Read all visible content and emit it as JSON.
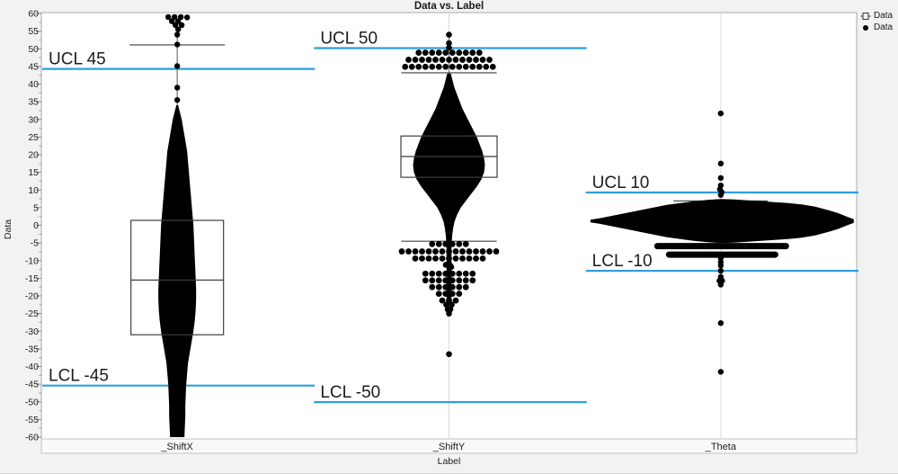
{
  "title": "Data vs. Label",
  "legend": {
    "items": [
      {
        "icon": "boxplot-icon",
        "label": "Data"
      },
      {
        "icon": "point-icon",
        "label": "Data"
      }
    ]
  },
  "axes": {
    "y": {
      "label": "Data",
      "min": -60,
      "max": 60,
      "major_step": 5,
      "tick_labels": [
        "60",
        "55",
        "50",
        "45",
        "40",
        "35",
        "30",
        "25",
        "20",
        "15",
        "10",
        "5",
        "0",
        "-5",
        "-10",
        "-15",
        "-20",
        "-25",
        "-30",
        "-35",
        "-40",
        "-45",
        "-50",
        "-55",
        "-60"
      ]
    },
    "x": {
      "label": "Label",
      "categories": [
        "_ShiftX",
        "_ShiftY",
        "_Theta"
      ]
    }
  },
  "colors": {
    "limit_line": "#2b9fe0",
    "data": "#000000",
    "box_stroke": "#3f3f3f",
    "grid": "#dcdcdc",
    "axis": "#ababab",
    "text": "#1c1c1c"
  },
  "limit_lines": [
    {
      "label": "UCL 45",
      "cell": 0,
      "value": 44.3
    },
    {
      "label": "LCL -45",
      "cell": 0,
      "value": -45.4
    },
    {
      "label": "UCL 50",
      "cell": 1,
      "value": 50.2
    },
    {
      "label": "LCL -50",
      "cell": 1,
      "value": -50.1
    },
    {
      "label": "UCL 10",
      "cell": 2,
      "value": 9.3
    },
    {
      "label": "LCL -10",
      "cell": 2,
      "value": -12.9
    }
  ],
  "chart_data": {
    "type": "violin+box+beeswarm",
    "title": "Data vs. Label",
    "xlabel": "Label",
    "ylabel": "Data",
    "ylim": [
      -60,
      60
    ],
    "categories": [
      "_ShiftX",
      "_ShiftY",
      "_Theta"
    ],
    "groups": [
      {
        "name": "_ShiftX",
        "orientation": "vertical",
        "box": {
          "q1": -31,
          "median": -15.5,
          "q3": 1.4
        },
        "fences": [
          {
            "v": 51.1
          }
        ],
        "stem": {
          "from": 58,
          "to": 34
        },
        "violin_profile": [
          [
            34,
            1
          ],
          [
            32,
            3
          ],
          [
            30,
            5
          ],
          [
            27,
            7
          ],
          [
            24,
            9
          ],
          [
            21,
            11
          ],
          [
            18,
            12
          ],
          [
            15,
            13
          ],
          [
            12,
            14
          ],
          [
            9,
            15
          ],
          [
            6,
            16
          ],
          [
            3,
            17
          ],
          [
            0,
            18
          ],
          [
            -3,
            18.5
          ],
          [
            -6,
            19
          ],
          [
            -9,
            19.5
          ],
          [
            -12,
            20
          ],
          [
            -15,
            20.5
          ],
          [
            -18,
            21
          ],
          [
            -21,
            21
          ],
          [
            -24,
            20.5
          ],
          [
            -27,
            19.5
          ],
          [
            -30,
            18
          ],
          [
            -33,
            16
          ],
          [
            -36,
            14
          ],
          [
            -39,
            12
          ],
          [
            -42,
            11
          ],
          [
            -45,
            10
          ],
          [
            -48,
            9.5
          ],
          [
            -51,
            9
          ],
          [
            -54,
            9
          ],
          [
            -57,
            8.5
          ],
          [
            -60,
            8
          ]
        ],
        "dots": [
          [
            59,
            -10
          ],
          [
            59,
            -3
          ],
          [
            59,
            4
          ],
          [
            58.9,
            11
          ],
          [
            57.8,
            -6
          ],
          [
            57.8,
            1
          ],
          [
            56.7,
            -2
          ],
          [
            56.7,
            5
          ],
          [
            55.5,
            1
          ],
          [
            54,
            0
          ],
          [
            51.2,
            0
          ],
          [
            45.1,
            0
          ],
          [
            39,
            0
          ],
          [
            35.5,
            0
          ]
        ],
        "rows": []
      },
      {
        "name": "_ShiftY",
        "orientation": "vertical",
        "box": {
          "q1": 13.6,
          "median": 19.5,
          "q3": 25.3
        },
        "fences": [
          {
            "v": 43.2
          },
          {
            "v": -4.5
          }
        ],
        "stem": {
          "from": 53.5,
          "to": 43
        },
        "lower_stem": {
          "from": -4.8,
          "to": -22.5,
          "w": 5.5
        },
        "violin_profile": [
          [
            43,
            2
          ],
          [
            41,
            4
          ],
          [
            39,
            6
          ],
          [
            37,
            9
          ],
          [
            35,
            12
          ],
          [
            33,
            15
          ],
          [
            31,
            19
          ],
          [
            29,
            23
          ],
          [
            27,
            27
          ],
          [
            25,
            31
          ],
          [
            23,
            34
          ],
          [
            21,
            37
          ],
          [
            19,
            39
          ],
          [
            17,
            40
          ],
          [
            15,
            39
          ],
          [
            13,
            36
          ],
          [
            11,
            31
          ],
          [
            9,
            25
          ],
          [
            7,
            19
          ],
          [
            5,
            13
          ],
          [
            3,
            9
          ],
          [
            1,
            6
          ],
          [
            -1,
            4.5
          ],
          [
            -3,
            3.5
          ],
          [
            -5,
            3
          ]
        ],
        "dots": [
          [
            54,
            0
          ],
          [
            51.6,
            0
          ],
          [
            50.3,
            0
          ],
          [
            -11.2,
            -3.5
          ],
          [
            -11.3,
            1
          ],
          [
            -11.8,
            2.5
          ],
          [
            -22.5,
            -3
          ],
          [
            -22.5,
            3
          ],
          [
            -23.8,
            -1.5
          ],
          [
            -23.8,
            1.5
          ],
          [
            -25,
            0
          ],
          [
            -36.5,
            0
          ]
        ],
        "rows": [
          {
            "v": 48.9,
            "n": 10
          },
          {
            "v": 46.9,
            "n": 13
          },
          {
            "v": 44.9,
            "n": 14
          },
          {
            "v": -5.3,
            "n": 6
          },
          {
            "v": -7.4,
            "n": 15
          },
          {
            "v": -9.4,
            "n": 11
          },
          {
            "v": -13.7,
            "n": 8
          },
          {
            "v": -15.6,
            "n": 8
          },
          {
            "v": -17.5,
            "n": 6
          },
          {
            "v": -19.4,
            "n": 4
          },
          {
            "v": -21.3,
            "n": 3
          }
        ]
      },
      {
        "name": "_Theta",
        "orientation": "horizontal",
        "center_value": 1.2,
        "fences": [
          {
            "v": 6.9
          }
        ],
        "violin_profile_h": [
          [
            -145,
            1.5
          ],
          [
            -135,
            3
          ],
          [
            -120,
            6
          ],
          [
            -105,
            9
          ],
          [
            -90,
            12
          ],
          [
            -75,
            15
          ],
          [
            -60,
            18
          ],
          [
            -45,
            20
          ],
          [
            -30,
            22
          ],
          [
            -15,
            23.5
          ],
          [
            0,
            24.5
          ],
          [
            15,
            24
          ],
          [
            30,
            23
          ],
          [
            45,
            22
          ],
          [
            60,
            21
          ],
          [
            75,
            20
          ],
          [
            90,
            18.5
          ],
          [
            105,
            16
          ],
          [
            120,
            12
          ],
          [
            130,
            9
          ],
          [
            140,
            5
          ],
          [
            148,
            2
          ]
        ],
        "bars": [
          {
            "x1": -74,
            "x2": 76,
            "v": -5.9
          },
          {
            "x1": -61,
            "x2": 64,
            "v": -8.3
          }
        ],
        "dots": [
          [
            31.7,
            0
          ],
          [
            17.5,
            0
          ],
          [
            13.4,
            0
          ],
          [
            11.3,
            0
          ],
          [
            10.2,
            -1
          ],
          [
            9.4,
            1
          ],
          [
            8.6,
            0
          ],
          [
            -9.3,
            0
          ],
          [
            -10.4,
            0
          ],
          [
            -11.4,
            0
          ],
          [
            -12.9,
            0
          ],
          [
            -14.6,
            0
          ],
          [
            -15.7,
            -1.5
          ],
          [
            -15.7,
            1.5
          ],
          [
            -16.8,
            0
          ],
          [
            -27.7,
            0
          ],
          [
            -41.5,
            0
          ]
        ],
        "rows": []
      }
    ]
  }
}
